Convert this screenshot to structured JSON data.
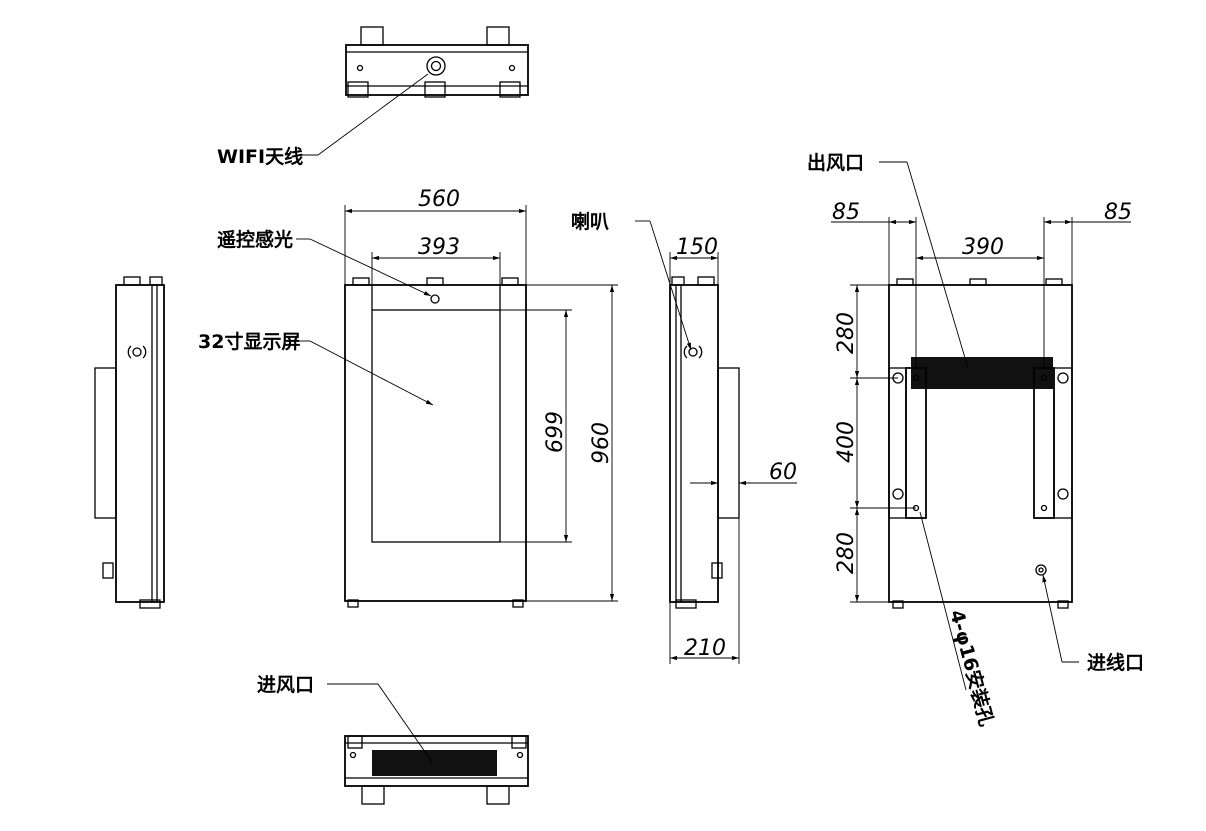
{
  "labels": {
    "wifi": "WIFI天线",
    "remote": "遥控感光",
    "screen": "32寸显示屏",
    "speaker": "喇叭",
    "outlet": "出风口",
    "inlet": "进风口",
    "cable": "进线口",
    "mount_holes": "4-φ16安装孔"
  },
  "dimensions": {
    "front_width": "560",
    "screen_width": "393",
    "screen_height": "699",
    "total_height": "960",
    "side_depth": "150",
    "side_total_depth": "210",
    "bracket_depth": "60",
    "back_left_offset": "85",
    "back_right_offset": "85",
    "back_hole_spacing": "390",
    "back_top": "280",
    "back_mid": "400",
    "back_bottom": "280"
  },
  "icons": {
    "speaker": "speaker-icon",
    "antenna": "antenna-icon",
    "cable_port": "cable-port-icon"
  },
  "colors": {
    "line": "#000000",
    "background": "#ffffff"
  }
}
